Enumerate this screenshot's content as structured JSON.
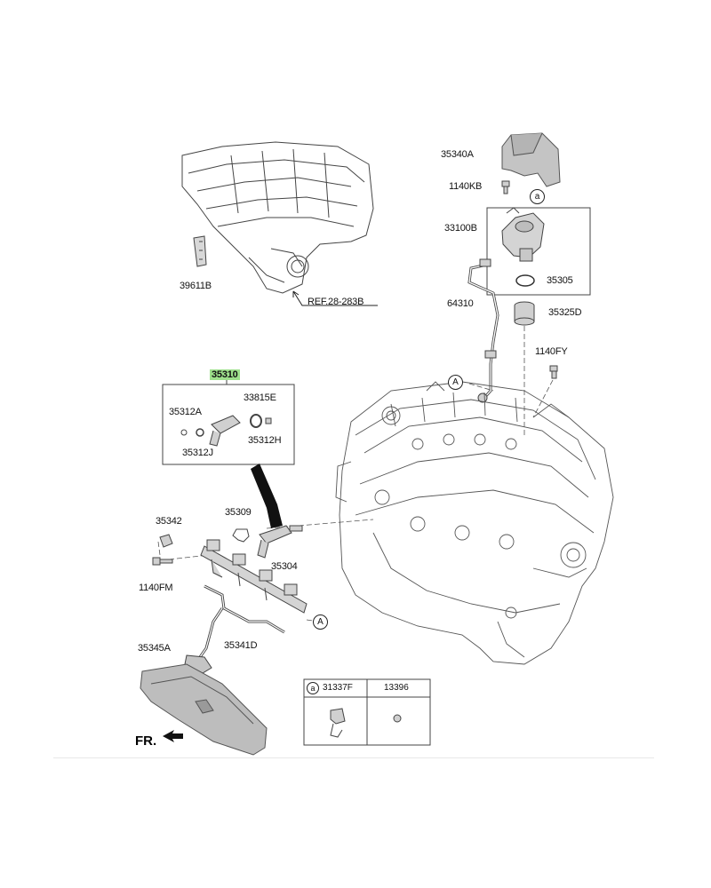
{
  "labels": {
    "p35340A": "35340A",
    "p1140KB": "1140KB",
    "p33100B": "33100B",
    "p35305": "35305",
    "p64310": "64310",
    "p35325D": "35325D",
    "p1140FY": "1140FY",
    "p39611B": "39611B",
    "ref": "REF.28-283B",
    "p35310": "35310",
    "p33815E": "33815E",
    "p35312A": "35312A",
    "p35312J": "35312J",
    "p35312H": "35312H",
    "p35342": "35342",
    "p35309": "35309",
    "p35304": "35304",
    "p1140FM": "1140FM",
    "p35341D": "35341D",
    "p35345A": "35345A"
  },
  "callouts": {
    "a_pump": "a",
    "A_engine": "A",
    "A_rail": "A"
  },
  "table": {
    "marker": "a",
    "col1": "31337F",
    "col2": "13396"
  },
  "direction": "FR.",
  "colors": {
    "highlight": "#9ee08c",
    "line": "#333333",
    "part_fill": "#c9c9c9"
  }
}
